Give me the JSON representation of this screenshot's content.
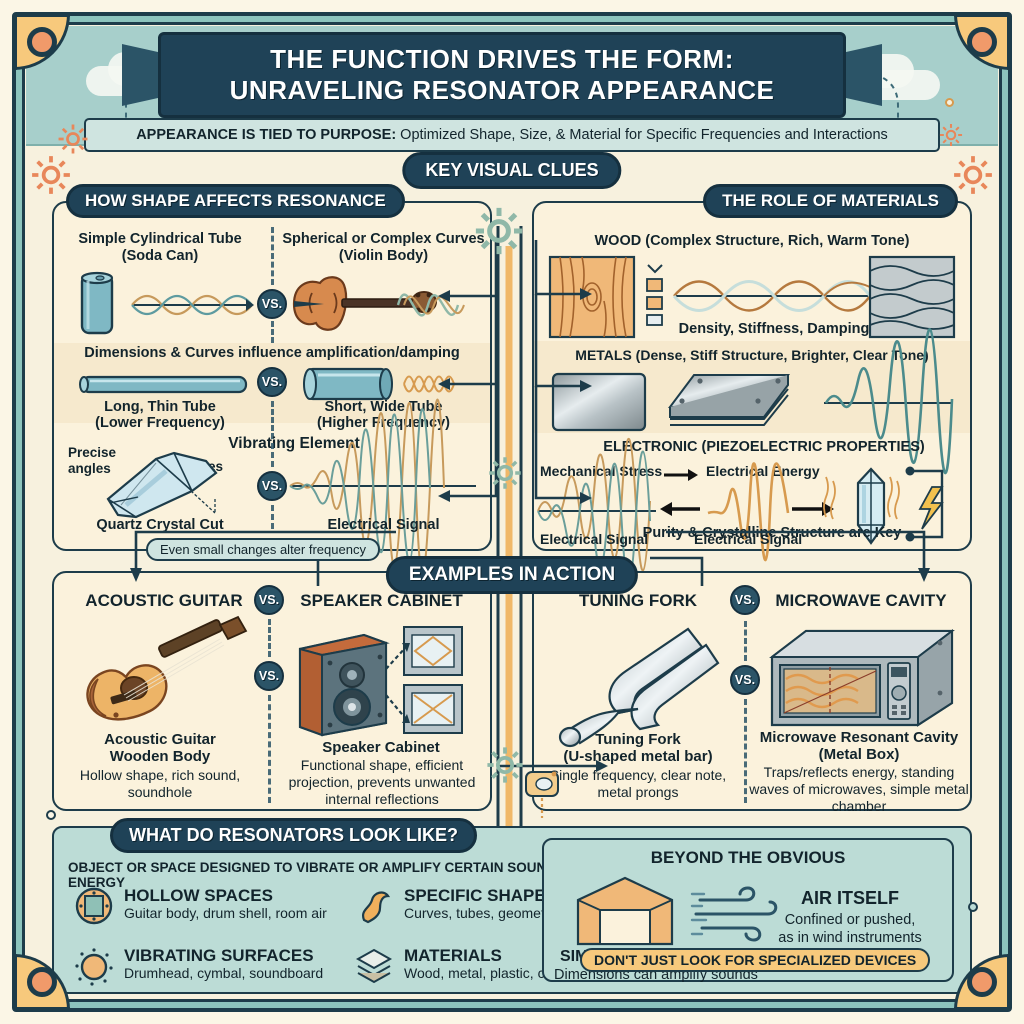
{
  "colors": {
    "paper": "#fbf6e6",
    "panel_bg": "#fbf2dc",
    "teal_dark": "#1d3c4a",
    "navy": "#1f4257",
    "mint": "#8cc4bd",
    "sky": "#a7cfcb",
    "bottom_bg": "#bcdcd6",
    "orange": "#f7c97c",
    "gear_green": "#8fb8a8",
    "gear_orange": "#e8875a"
  },
  "header": {
    "title_line1": "THE FUNCTION DRIVES THE FORM:",
    "title_line2": "UNRAVELING RESONATOR APPEARANCE",
    "subtitle_lead": "APPEARANCE IS TIED TO PURPOSE:",
    "subtitle_rest": "Optimized Shape, Size, & Material for Specific Frequencies and Interactions",
    "key_badge": "KEY VISUAL CLUES"
  },
  "shape_panel": {
    "badge": "HOW SHAPE AFFECTS RESONANCE",
    "vs_label": "VS.",
    "row1": {
      "left_title": "Simple Cylindrical Tube",
      "left_sub": "(Soda Can)",
      "right_title": "Spherical or Complex Curves",
      "right_sub": "(Violin Body)",
      "caption": "Dimensions & Curves influence amplification/damping"
    },
    "row2": {
      "left_title": "Long, Thin Tube",
      "left_sub": "(Lower Frequency)",
      "right_title": "Short, Wide Tube",
      "right_sub": "(Higher Frequency)"
    },
    "row3": {
      "heading": "Vibrating Element",
      "precise_label": "Precise",
      "precise_label2": "angles",
      "angles_label": "Angles",
      "left_caption": "Quartz Crystal Cut",
      "right_caption": "Electrical Signal"
    },
    "note": "Even small changes alter frequency"
  },
  "materials_panel": {
    "badge": "THE ROLE OF MATERIALS",
    "wood_heading": "WOOD (Complex Structure, Rich, Warm Tone)",
    "wood_caption": "Density, Stiffness, Damping",
    "metals_heading": "METALS (Dense, Stiff Structure, Brighter, Clear Tone)",
    "electronic_heading": "ELECTRONIC (PIEZOELECTRIC PROPERTIES)",
    "mech_stress": "Mechanical Stress",
    "electrical_energy": "Electrical Energy",
    "signal_left": "Electrical Signal",
    "signal_right": "Electrical Signal",
    "purity_note": "Purity & Crystalline Structure are Key"
  },
  "examples": {
    "badge": "EXAMPLES IN ACTION",
    "vs_label": "VS.",
    "items": [
      {
        "heading": "ACOUSTIC GUITAR",
        "caption_l1": "Acoustic Guitar",
        "caption_l2": "Wooden Body",
        "desc": "Hollow shape, rich sound, soundhole"
      },
      {
        "heading": "SPEAKER CABINET",
        "caption_l1": "Speaker Cabinet",
        "caption_l2": "",
        "desc": "Functional shape, efficient projection, prevents unwanted internal reflections"
      },
      {
        "heading": "TUNING FORK",
        "caption_l1": "Tuning Fork",
        "caption_l2": "(U-shaped metal bar)",
        "desc": "Single frequency, clear note, metal prongs"
      },
      {
        "heading": "MICROWAVE CAVITY",
        "caption_l1": "Microwave Resonant Cavity",
        "caption_l2": "(Metal Box)",
        "desc": "Traps/reflects energy, standing waves of microwaves, simple metal chamber"
      }
    ]
  },
  "resonators": {
    "badge": "WHAT DO RESONATORS LOOK LIKE?",
    "definition": "OBJECT OR SPACE DESIGNED TO VIBRATE OR AMPLIFY CERTAIN SOUNDS OR ENERGY",
    "clues": [
      {
        "icon": "hollow-spaces-icon",
        "title": "HOLLOW SPACES",
        "desc": "Guitar body, drum shell, room air"
      },
      {
        "icon": "specific-shapes-icon",
        "title": "SPECIFIC SHAPES",
        "desc": "Curves, tubes, geometric cuts"
      },
      {
        "icon": "vibrating-surfaces-icon",
        "title": "VIBRATING SURFACES",
        "desc": "Drumhead, cymbal, soundboard"
      },
      {
        "icon": "materials-layers-icon",
        "title": "MATERIALS",
        "desc": "Wood, metal, plastic, crystal"
      }
    ]
  },
  "beyond": {
    "badge": "BEYOND THE OBVIOUS",
    "room_title": "SIMPLE ROOM",
    "room_desc": "Dimensions can amplify sounds",
    "air_title": "AIR ITSELF",
    "air_desc_l1": "Confined or pushed,",
    "air_desc_l2": "as in wind instruments",
    "footer_note": "DON'T JUST LOOK FOR SPECIALIZED DEVICES"
  }
}
